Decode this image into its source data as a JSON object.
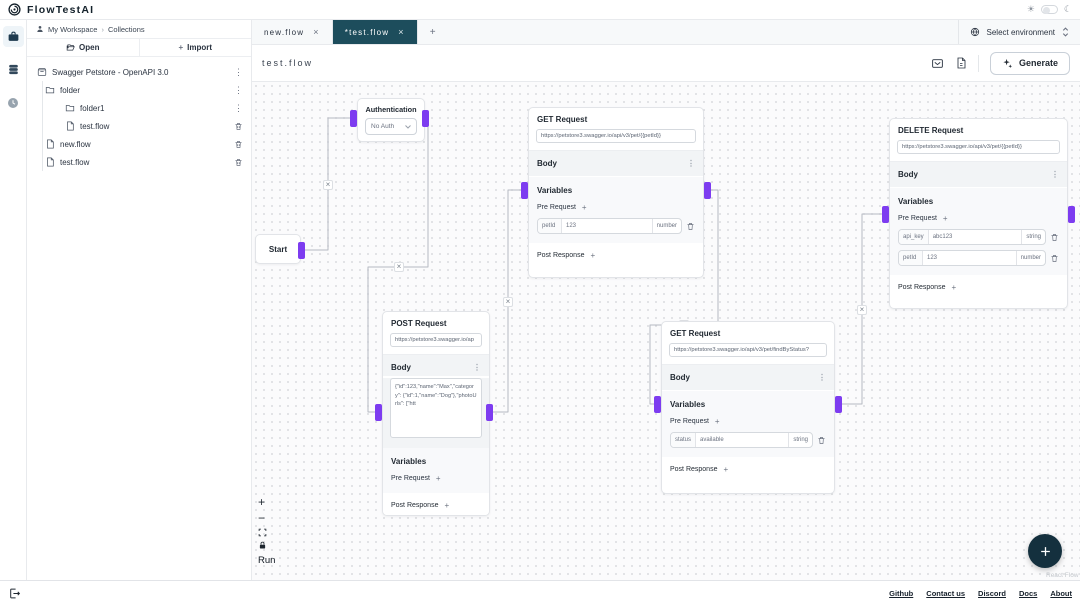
{
  "header": {
    "app_title": "FlowTestAI",
    "theme_sun": "☀",
    "theme_moon": "☾"
  },
  "sidebar": {
    "breadcrumb": {
      "workspace": "My Workspace",
      "separator": "›",
      "section": "Collections"
    },
    "actions": {
      "open": "Open",
      "import": "Import",
      "import_plus": "+"
    },
    "tree": [
      {
        "label": "Swagger Petstore - OpenAPI 3.0"
      },
      {
        "label": "folder"
      },
      {
        "label": "folder1"
      },
      {
        "label": "test.flow"
      },
      {
        "label": "new.flow"
      },
      {
        "label": "test.flow"
      }
    ]
  },
  "tabs": {
    "items": [
      {
        "label": "new.flow"
      },
      {
        "label": "*test.flow"
      }
    ],
    "close_glyph": "×",
    "add_glyph": "+",
    "environment_label": "Select environment"
  },
  "toolbar": {
    "flow_title": "test.flow",
    "generate_label": "Generate"
  },
  "labels": {
    "body": "Body",
    "variables": "Variables",
    "pre_request": "Pre Request",
    "post_response": "Post Response",
    "add": "+",
    "kebab": "⋮"
  },
  "nodes": {
    "start": {
      "title": "Start"
    },
    "auth": {
      "title": "Authentication",
      "auth_type": "No Auth"
    },
    "get1": {
      "title": "GET Request",
      "url": "https://petstore3.swagger.io/api/v3/pet/{{petId}}",
      "vars": [
        {
          "name": "petId",
          "value": "123",
          "type": "number"
        }
      ]
    },
    "post": {
      "title": "POST Request",
      "url": "https://petstore3.swagger.io/ap",
      "body_text": "{\"id\":123,\"name\":\"Max\",\"category\": {\"id\":1,\"name\":\"Dog\"},\"photoUrls\": [\"htt"
    },
    "get2": {
      "title": "GET Request",
      "url": "https://petstore3.swagger.io/api/v3/pet/findByStatus?",
      "vars": [
        {
          "name": "status",
          "value": "available",
          "type": "string"
        }
      ]
    },
    "delete": {
      "title": "DELETE Request",
      "url": "https://petstore3.swagger.io/api/v3/pet/{{petId}}",
      "vars": [
        {
          "name": "api_key",
          "value": "abc123",
          "type": "string"
        },
        {
          "name": "petId",
          "value": "123",
          "type": "number"
        }
      ]
    }
  },
  "canvas": {
    "controls": {
      "zoom_in": "+",
      "zoom_out": "−",
      "run": "Run"
    },
    "delete_glyph": "×",
    "attribution": "React Flow"
  },
  "footer": {
    "links": [
      "Github",
      "Contact us",
      "Discord",
      "Docs",
      "About"
    ]
  },
  "colors": {
    "active_tab": "#1d4d5c",
    "fab": "#14303e",
    "accent_purple": "#7d3cf0",
    "canvas_dot": "#d9dbde"
  }
}
